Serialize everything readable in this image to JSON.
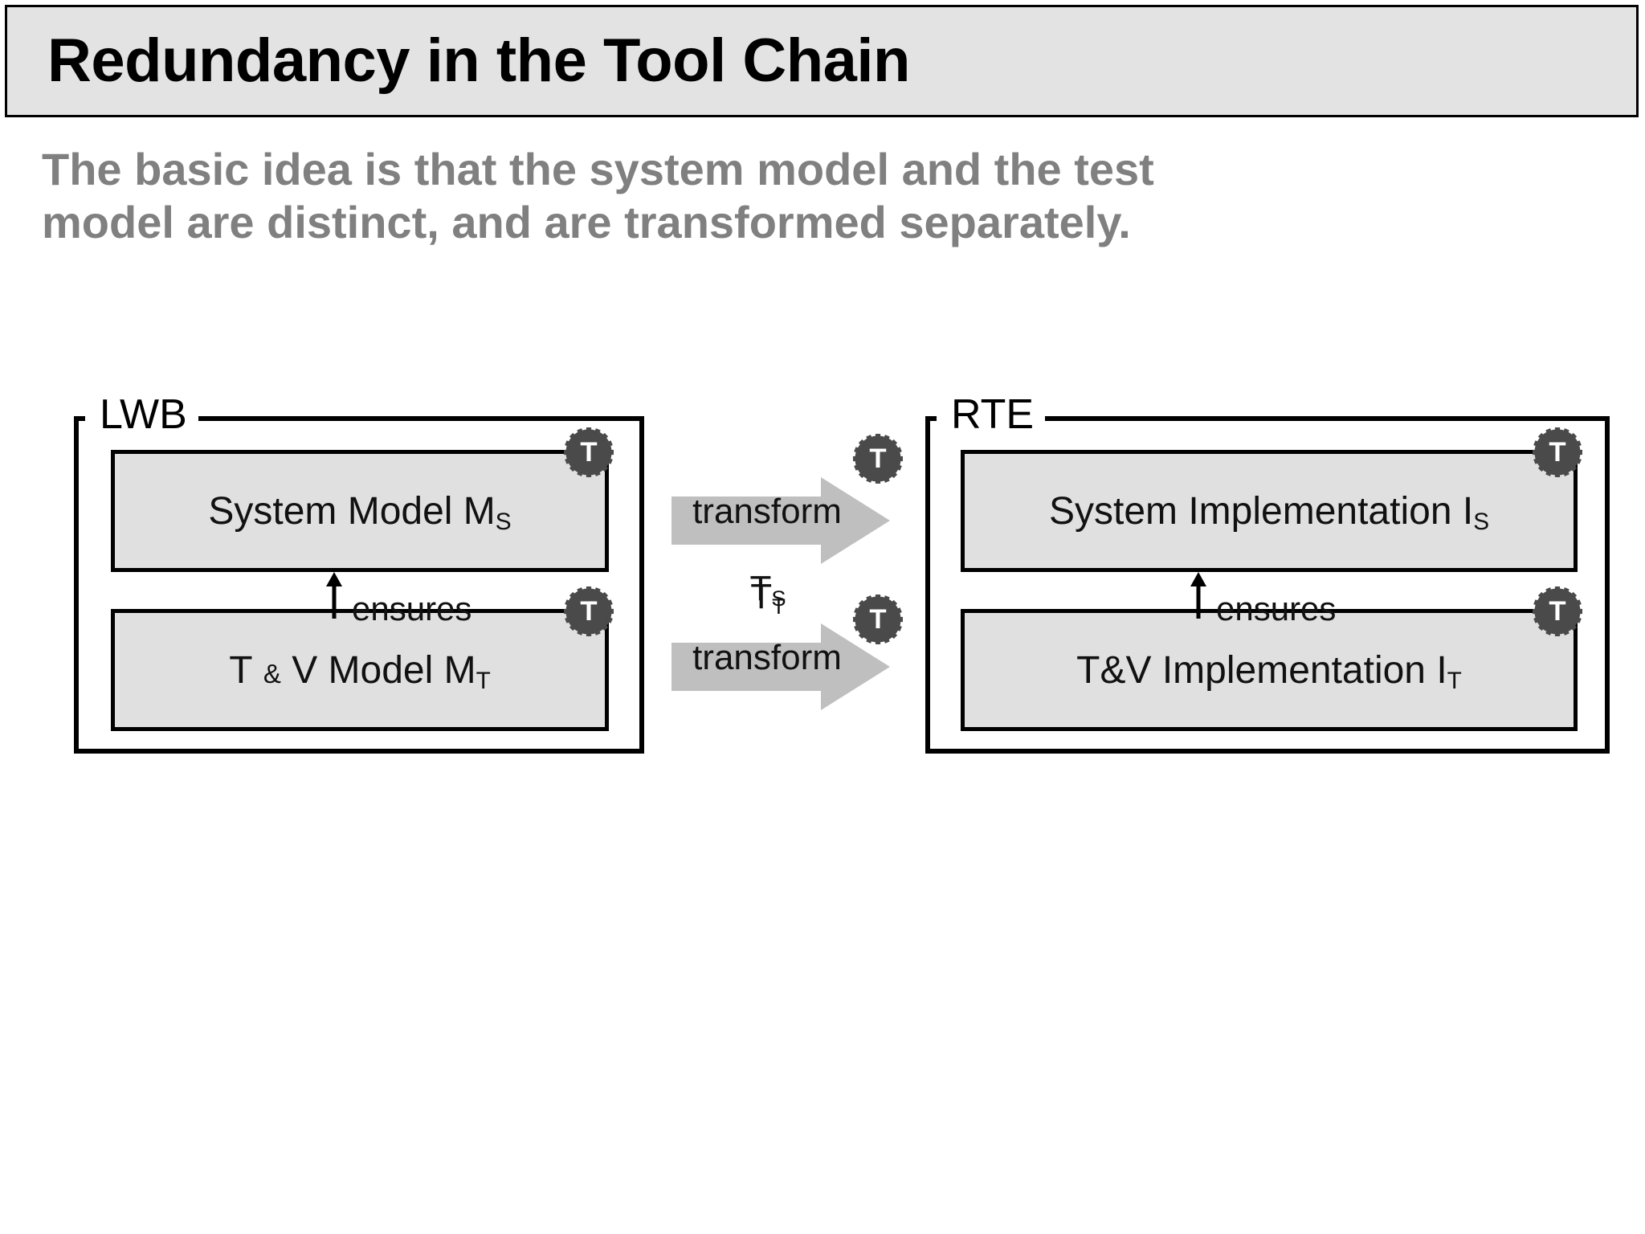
{
  "slide": {
    "title": "Redundancy in the Tool Chain",
    "subtitle_line1": "The basic idea is that the system model and the test",
    "subtitle_line2": "model are distinct, and are transformed separately.",
    "title_bar_bg": "#e3e3e3",
    "subtitle_color": "#808080"
  },
  "diagram": {
    "left_group": {
      "label": "LWB",
      "boxes": [
        {
          "label_main": "System Model M",
          "label_sub": "S"
        },
        {
          "label_main": "T & V Model M",
          "label_sub": "T"
        }
      ],
      "relation_label": "ensures"
    },
    "right_group": {
      "label": "RTE",
      "boxes": [
        {
          "label_main": "System Implementation I",
          "label_sub": "S"
        },
        {
          "label_main": "T&V Implementation I",
          "label_sub": "T"
        }
      ],
      "relation_label": "ensures"
    },
    "transforms": [
      {
        "label": "transform",
        "sub_main": "T",
        "sub_sub": "S"
      },
      {
        "label": "transform",
        "sub_main": "T",
        "sub_sub": "T"
      }
    ],
    "badge_letter": "T",
    "colors": {
      "box_fill": "#e0e0e0",
      "box_border": "#000000",
      "arrow_fill": "#bfbfbf",
      "gear_fill": "#4a4a4a"
    }
  }
}
